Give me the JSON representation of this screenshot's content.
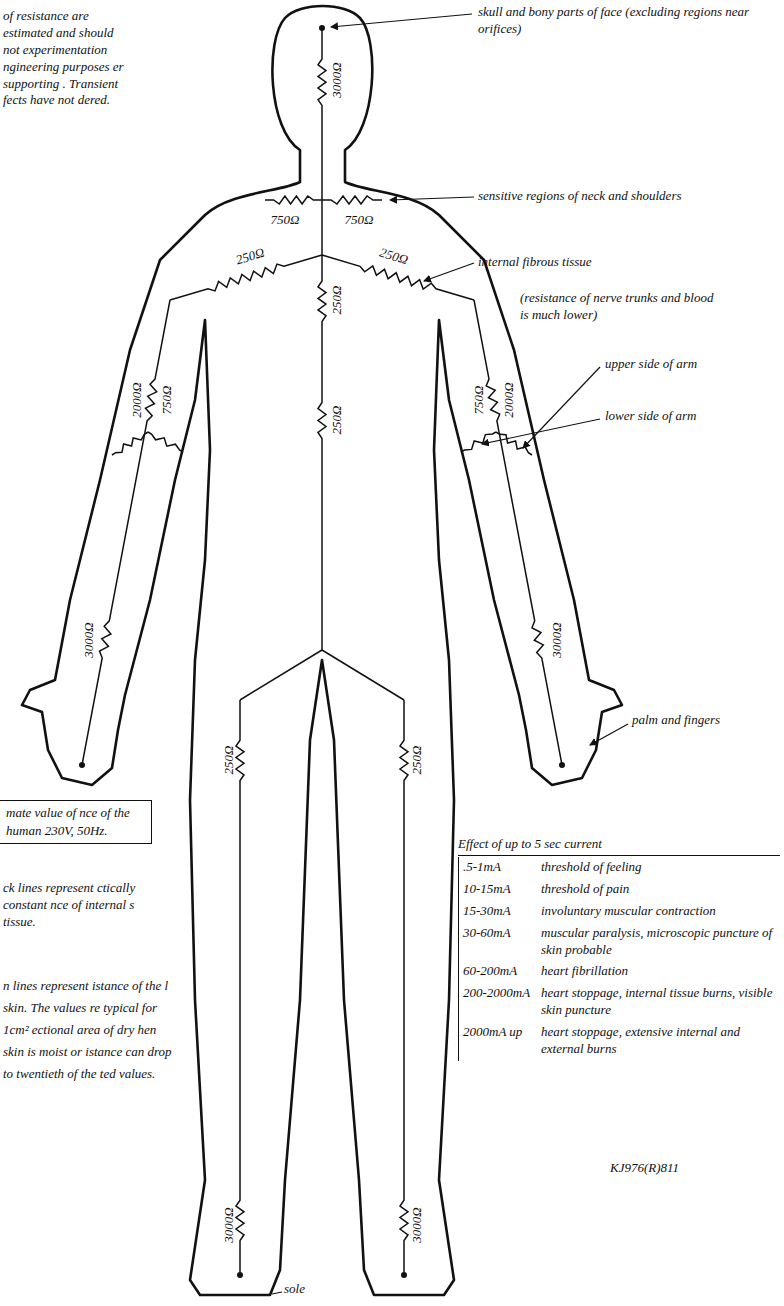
{
  "diagram": {
    "nodes": [
      {
        "text": [
          "mate value of nce of the human 230V, 50Hz."
        ]
      }
    ],
    "labels": [
      "of resistance are estimated and should not experimentation ngineering purposes er supporting . Transient fects have not dered.",
      "3000Ω",
      "skull and bony parts of face (excluding regions near orifices)",
      "750Ω",
      "750Ω",
      "sensitive regions of neck and shoulders",
      "250Ω",
      "250Ω",
      "250Ω",
      "internal fibrous tissue",
      "(resistance of nerve trunks and blood is much lower)",
      "250Ω",
      "2000Ω",
      "750Ω",
      "750Ω",
      "2000Ω",
      "upper side of arm",
      "lower side of arm",
      "3000Ω",
      "3000Ω",
      "palm and fingers",
      "250Ω",
      "250Ω",
      "Effect of up to 5 sec current",
      ".5-1mA",
      "threshold of feeling",
      "10-15mA",
      "threshold of pain",
      "15-30mA",
      "involuntary muscular contraction",
      "30-60mA",
      "muscular paralysis, microscopic puncture of skin probable",
      "60-200mA",
      "heart fibrillation",
      "200-2000mA",
      "heart stoppage, internal tissue burns, visible skin puncture",
      "2000mA up",
      "heart stoppage, extensive internal and external burns",
      "ck lines represent ctically constant nce of internal s tissue.",
      "n lines represent istance of the l skin. The values re typical for 1cm² ectional area of dry hen skin is moist or istance can drop to twentieth of the ted values.",
      "3000Ω",
      "3000Ω",
      "sole",
      "KJ976(R)811"
    ]
  }
}
